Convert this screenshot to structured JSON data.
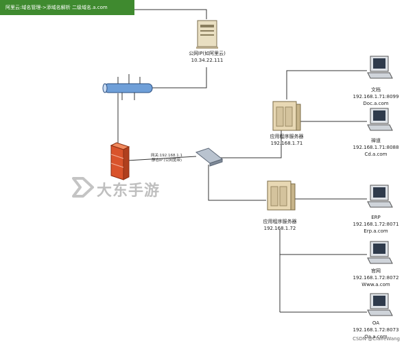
{
  "banner": {
    "text": "阿里云:域名管理->添域名解析 二级域名.a.com"
  },
  "nodes": {
    "public_server": {
      "name": "公网IP(如阿里云)",
      "ip": "10.34.22.111"
    },
    "app_server_1": {
      "name": "应用程序服务器",
      "ip": "192.168.1.71"
    },
    "app_server_2": {
      "name": "应用程序服务器",
      "ip": "192.168.1.72"
    },
    "firewall_note": {
      "line1": "网关:192.168.1.1",
      "line2": "静态IP (公网宽带)"
    },
    "pc_docs": {
      "name": "文档",
      "addr": "192.168.1.71:8099",
      "domain": "Doc.a.com"
    },
    "pc_zen": {
      "name": "禅道",
      "addr": "192.168.1.71:8088",
      "domain": "Cd.a.com"
    },
    "pc_erp": {
      "name": "ERP",
      "addr": "192.168.1.72:8071",
      "domain": "Erp.a.com"
    },
    "pc_site": {
      "name": "官网",
      "addr": "192.168.1.72:8072",
      "domain": "Www.a.com"
    },
    "pc_oa": {
      "name": "OA",
      "addr": "192.168.1.72:8073",
      "domain": "Oa.a.com"
    }
  },
  "watermark": {
    "text": "大东手游"
  },
  "corner": {
    "text": "CSDN @ClaireWang"
  },
  "colors": {
    "banner": "#3f8a2f",
    "line": "#333333",
    "firewall": "#d9532b",
    "backbone": "#6f9fd8"
  }
}
